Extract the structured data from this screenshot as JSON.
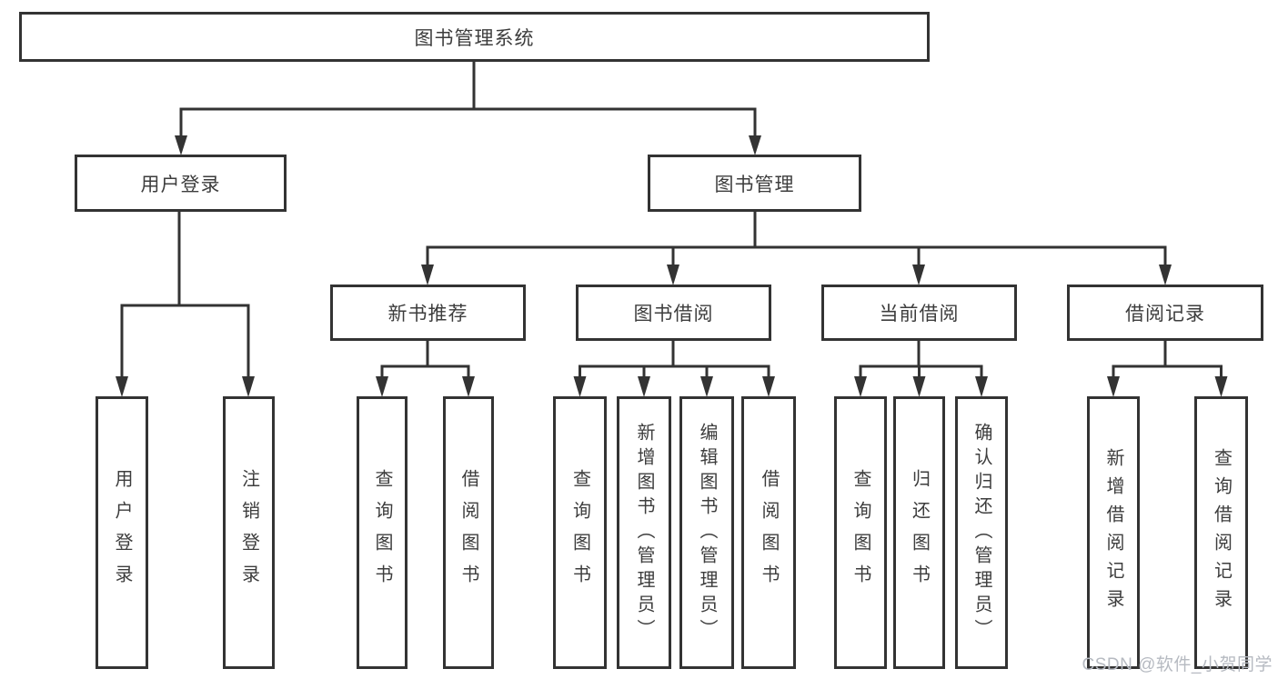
{
  "diagram": {
    "title": "图书管理系统",
    "watermark": "CSDN @软件_小贺同学",
    "colors": {
      "line": "#333333",
      "box_border": "#333333",
      "text": "#3d3d3d",
      "watermark": "#b6bac1",
      "background": "#ffffff"
    },
    "nodes": {
      "root": {
        "label": "图书管理系统"
      },
      "level2": [
        {
          "label": "用户登录"
        },
        {
          "label": "图书管理"
        }
      ],
      "level3": [
        {
          "label": "新书推荐"
        },
        {
          "label": "图书借阅"
        },
        {
          "label": "当前借阅"
        },
        {
          "label": "借阅记录"
        }
      ],
      "leaves": {
        "user_login": [
          "用户登录",
          "注销登录"
        ],
        "new_book_rec": [
          "查询图书",
          "借阅图书"
        ],
        "book_borrow": [
          "查询图书",
          "新增图书（管理员）",
          "编辑图书（管理员）",
          "借阅图书"
        ],
        "current_borrow": [
          "查询图书",
          "归还图书",
          "确认归还（管理员）"
        ],
        "borrow_records": [
          "新增借阅记录",
          "查询借阅记录"
        ]
      }
    }
  }
}
